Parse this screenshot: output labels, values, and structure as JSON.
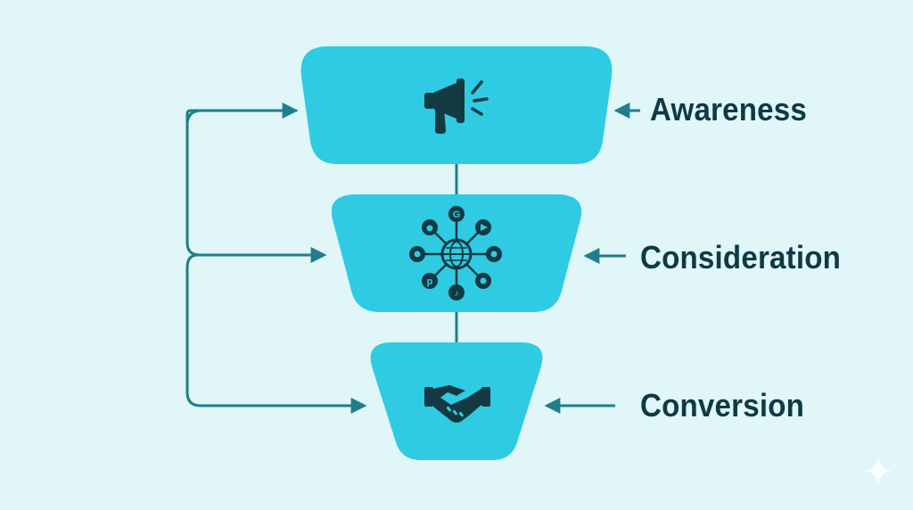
{
  "funnel": {
    "stages": [
      {
        "label": "Awareness",
        "icon": "megaphone-icon"
      },
      {
        "label": "Consideration",
        "icon": "social-network-hub-icon"
      },
      {
        "label": "Conversion",
        "icon": "handshake-icon"
      }
    ]
  },
  "colors": {
    "background": "#e0f6f9",
    "stage_fill": "#2ecbe2",
    "connector": "#1e7e8c",
    "text": "#0f3a44",
    "icon": "#133a43"
  }
}
